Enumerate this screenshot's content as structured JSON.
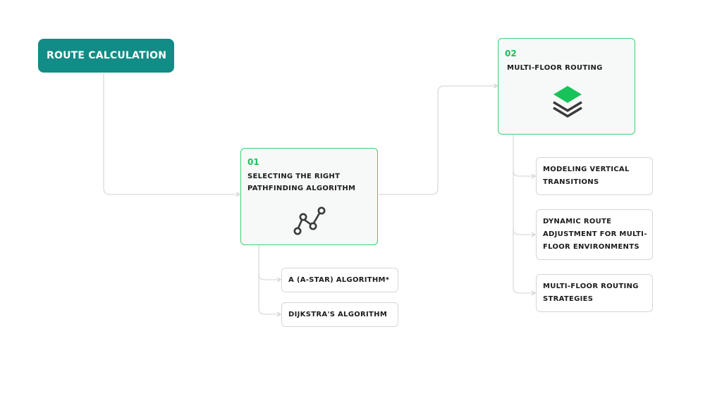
{
  "root": {
    "label": "ROUTE CALCULATION"
  },
  "steps": [
    {
      "number": "01",
      "title": "SELECTING THE RIGHT PATHFINDING ALGORITHM",
      "icon": "line-graph-icon",
      "items": [
        "A (A-STAR) ALGORITHM*",
        "DIJKSTRA'S ALGORITHM"
      ]
    },
    {
      "number": "02",
      "title": "MULTI-FLOOR ROUTING",
      "icon": "layers-icon",
      "items": [
        "MODELING VERTICAL TRANSITIONS",
        "DYNAMIC ROUTE ADJUSTMENT FOR MULTI-FLOOR ENVIRONMENTS",
        "MULTI-FLOOR ROUTING STRATEGIES"
      ]
    }
  ],
  "colors": {
    "root_bg": "#118c86",
    "accent_green": "#18c25a",
    "card_border": "#3fcf6e",
    "connector": "#d6d6d6",
    "icon_dark": "#3a3a3a"
  }
}
